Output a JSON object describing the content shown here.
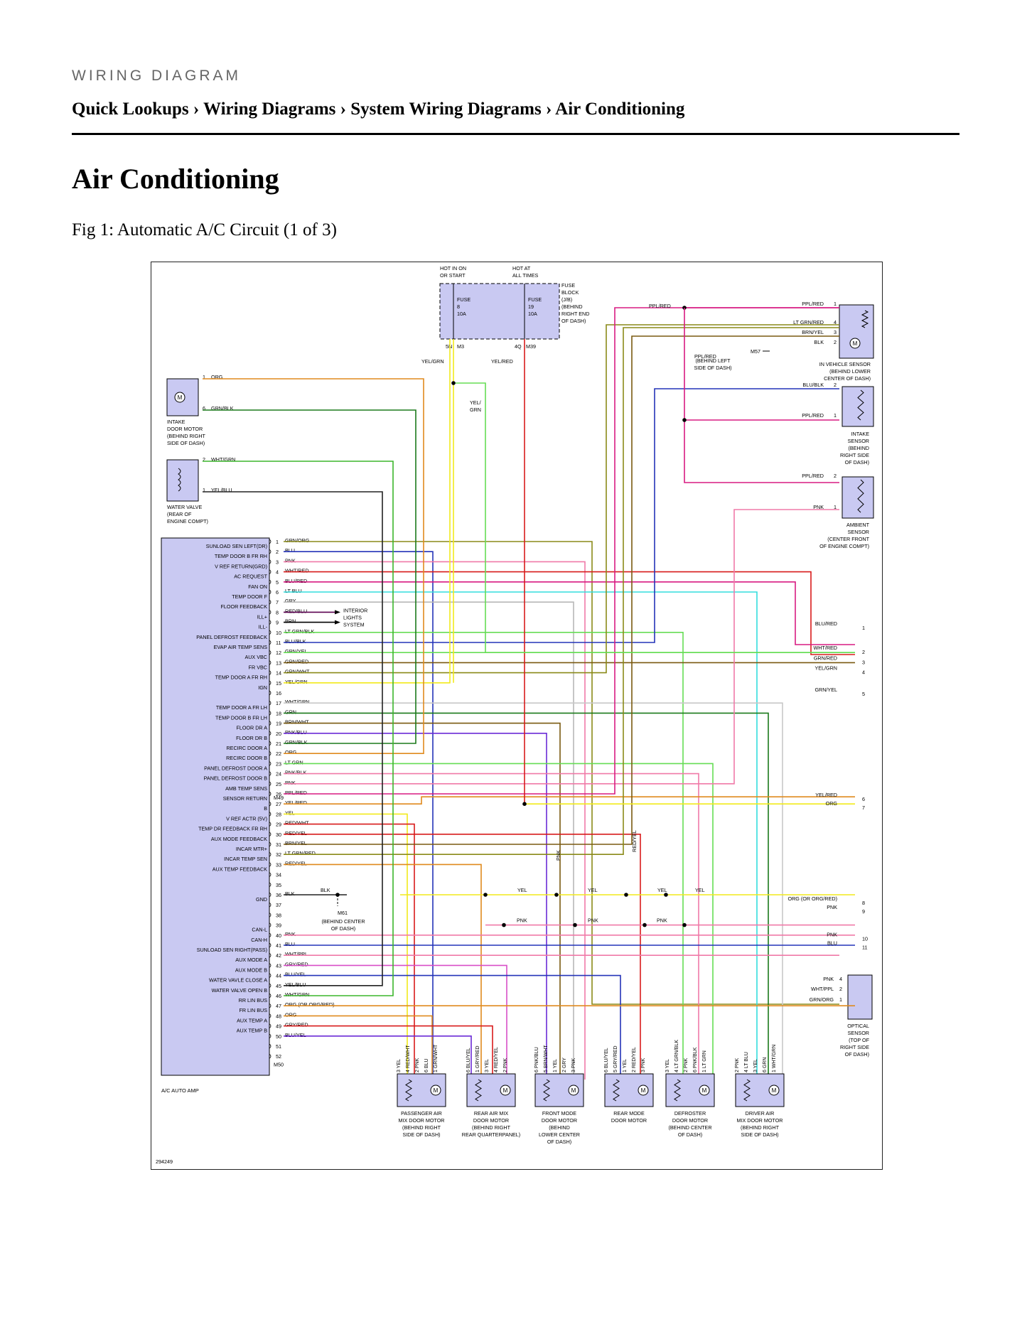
{
  "header": {
    "section_label": "WIRING DIAGRAM",
    "breadcrumb": "Quick Lookups › Wiring Diagrams › System Wiring Diagrams › Air Conditioning"
  },
  "page_title": "Air Conditioning",
  "figure_caption": "Fig 1: Automatic A/C Circuit (1 of 3)",
  "diagram": {
    "diagram_id": "294249",
    "colors": {
      "ORG": "#e08a1e",
      "YEL": "#f2ea1c",
      "RED": "#d81b1b",
      "BLU": "#2433b8",
      "PNK": "#f07aa8",
      "PPL": "#d81b82",
      "GRN": "#3bb52b",
      "LTGRN": "#66dd55",
      "BRN": "#7a5a10",
      "BLK": "#222222",
      "WHT": "#aaaaaa",
      "GRY": "#b8b8b8",
      "LTBLU": "#33dddd",
      "OLIVE": "#8a8a18",
      "DKGRN": "#1b7a1b",
      "CONNECTOR_FILL": "#c9c9f2"
    },
    "fuse_block": {
      "hot_left": "HOT IN ON OR START",
      "hot_right": "HOT AT ALL TIMES",
      "fuse_a": [
        "FUSE",
        "8",
        "10A"
      ],
      "fuse_b": [
        "FUSE",
        "19",
        "10A"
      ],
      "label": [
        "FUSE",
        "BLOCK",
        "(J/B)",
        "(BEHIND",
        "RIGHT END",
        "OF DASH)"
      ],
      "pin_a": "5N",
      "conn_a": "M3",
      "pin_b": "4Q",
      "conn_b": "M39",
      "out_a": "YEL/GRN",
      "out_b": "YEL/RED"
    },
    "ground_m57": {
      "id": "M57",
      "loc": [
        "(BEHIND LEFT",
        "SIDE OF DASH)"
      ]
    },
    "ground_m61": {
      "id": "M61",
      "loc": [
        "(BEHIND CENTER",
        "OF DASH)"
      ]
    },
    "in_vehicle_sensor": {
      "label": [
        "IN VEHICLE SENSOR",
        "(BEHIND LOWER",
        "CENTER OF DASH)"
      ],
      "wires": [
        [
          "PPL/RED",
          "1"
        ],
        [
          "LT GRN/RED",
          "4"
        ],
        [
          "BRN/YEL",
          "3"
        ],
        [
          "BLK",
          "2"
        ]
      ]
    },
    "intake_sensor": {
      "label": [
        "INTAKE",
        "SENSOR",
        "(BEHIND",
        "RIGHT SIDE",
        "OF DASH)"
      ],
      "wires": [
        [
          "BLU/BLK",
          "2"
        ],
        [
          "PPL/RED",
          "1"
        ]
      ]
    },
    "ambient_sensor": {
      "label": [
        "AMBIENT",
        "SENSOR",
        "(CENTER FRONT",
        "OF ENGINE COMPT)"
      ],
      "wires": [
        [
          "PPL/RED",
          "2"
        ],
        [
          "PNK",
          "1"
        ]
      ]
    },
    "intake_door_motor": {
      "label": [
        "INTAKE",
        "DOOR MOTOR",
        "(BEHIND RIGHT",
        "SIDE OF DASH)"
      ],
      "wires": [
        [
          "1",
          "ORG"
        ],
        [
          "6",
          "GRN/BLK"
        ]
      ]
    },
    "water_valve": {
      "label": [
        "WATER VALVE",
        "(REAR OF",
        "ENGINE COMPT)"
      ],
      "wires": [
        [
          "2",
          "WHT/GRN"
        ],
        [
          "1",
          "YEL/BLU"
        ]
      ]
    },
    "ac_amp": {
      "label": "A/C AUTO AMP",
      "conn_m49": "M49",
      "conn_m50": "M50",
      "pins": [
        {
          "n": "1",
          "fn": "SUNLOAD SEN LEFT(DR)",
          "wire": "GRN/ORG"
        },
        {
          "n": "2",
          "fn": "TEMP DOOR B FR RH",
          "wire": "BLU"
        },
        {
          "n": "3",
          "fn": "V REF RETURN(GRD)",
          "wire": "PNK"
        },
        {
          "n": "4",
          "fn": "AC REQUEST",
          "wire": "WHT/RED"
        },
        {
          "n": "5",
          "fn": "FAN ON",
          "wire": "BLU/RED"
        },
        {
          "n": "6",
          "fn": "TEMP DOOR F",
          "wire": "LT BLU"
        },
        {
          "n": "7",
          "fn": "FLOOR FEEDBACK",
          "wire": "GRY"
        },
        {
          "n": "8",
          "fn": "ILL+",
          "wire": "RED/BLU"
        },
        {
          "n": "9",
          "fn": "ILL-",
          "wire": "BRN"
        },
        {
          "n": "10",
          "fn": "PANEL DEFROST FEEDBACK",
          "wire": "LT GRN/BLK"
        },
        {
          "n": "11",
          "fn": "EVAP AIR TEMP SENS",
          "wire": "BLU/BLK"
        },
        {
          "n": "12",
          "fn": "AUX VBC",
          "wire": "GRN/YEL"
        },
        {
          "n": "13",
          "fn": "FR VBC",
          "wire": "GRN/RED"
        },
        {
          "n": "14",
          "fn": "TEMP DOOR A FR RH",
          "wire": "GRN/WHT"
        },
        {
          "n": "15",
          "fn": "IGN",
          "wire": "YEL/GRN"
        },
        {
          "n": "16",
          "fn": "",
          "wire": ""
        },
        {
          "n": "17",
          "fn": "TEMP DOOR A FR LH",
          "wire": "WHT/GRN"
        },
        {
          "n": "18",
          "fn": "TEMP DOOR B FR LH",
          "wire": "GRN"
        },
        {
          "n": "19",
          "fn": "FLOOR DR A",
          "wire": "BRN/WHT"
        },
        {
          "n": "20",
          "fn": "FLOOR DR B",
          "wire": "PNK/BLU"
        },
        {
          "n": "21",
          "fn": "RECIRC DOOR A",
          "wire": "GRN/BLK"
        },
        {
          "n": "22",
          "fn": "RECIRC DOOR B",
          "wire": "ORG"
        },
        {
          "n": "23",
          "fn": "PANEL DEFROST DOOR A",
          "wire": "LT GRN"
        },
        {
          "n": "24",
          "fn": "PANEL DEFROST DOOR B",
          "wire": "PNK/BLK"
        },
        {
          "n": "25",
          "fn": "AMB TEMP SENS",
          "wire": "PNK"
        },
        {
          "n": "26",
          "fn": "SENSOR RETURN",
          "wire": "PPL/RED"
        },
        {
          "n": "27",
          "fn": "B",
          "wire": "YEL/RED"
        },
        {
          "n": "28",
          "fn": "V REF ACTR (5V)",
          "wire": "YEL"
        },
        {
          "n": "29",
          "fn": "TEMP DR FEEDBACK FR RH",
          "wire": "RED/WHT"
        },
        {
          "n": "30",
          "fn": "AUX MODE FEEDBACK",
          "wire": "RED/YEL"
        },
        {
          "n": "31",
          "fn": "INCAR MTR+",
          "wire": "BRN/YEL"
        },
        {
          "n": "32",
          "fn": "INCAR TEMP SEN",
          "wire": "LT GRN/RED"
        },
        {
          "n": "33",
          "fn": "AUX TEMP FEEDBACK",
          "wire": "RED/YEL"
        },
        {
          "n": "34",
          "fn": "",
          "wire": ""
        },
        {
          "n": "35",
          "fn": "",
          "wire": ""
        },
        {
          "n": "36",
          "fn": "GND",
          "wire": "BLK"
        },
        {
          "n": "37",
          "fn": "",
          "wire": ""
        },
        {
          "n": "38",
          "fn": "",
          "wire": ""
        },
        {
          "n": "39",
          "fn": "CAN-L",
          "wire": ""
        },
        {
          "n": "40",
          "fn": "CAN-H",
          "wire": "PNK"
        },
        {
          "n": "41",
          "fn": "SUNLOAD SEN RIGHT(PASS)",
          "wire": "BLU"
        },
        {
          "n": "42",
          "fn": "AUX MODE A",
          "wire": "WHT/PPL"
        },
        {
          "n": "43",
          "fn": "AUX MODE B",
          "wire": "GRY/RED"
        },
        {
          "n": "44",
          "fn": "WATER VAVLE CLOSE A",
          "wire": "BLU/YEL"
        },
        {
          "n": "45",
          "fn": "WATER VALVE OPEN B",
          "wire": "YEL/BLU"
        },
        {
          "n": "46",
          "fn": "RR LIN BUS",
          "wire": "WHT/GRN"
        },
        {
          "n": "47",
          "fn": "FR LIN BUS",
          "wire": "ORG  (OR ORG/RED)"
        },
        {
          "n": "48",
          "fn": "AUX TEMP A",
          "wire": "ORG"
        },
        {
          "n": "49",
          "fn": "AUX TEMP B",
          "wire": "GRY/RED"
        },
        {
          "n": "50",
          "fn": "",
          "wire": "BLU/YEL"
        },
        {
          "n": "51",
          "fn": "",
          "wire": ""
        },
        {
          "n": "52",
          "fn": "",
          "wire": ""
        }
      ]
    },
    "interior_lights": [
      "INTERIOR",
      "LIGHTS",
      "SYSTEM"
    ],
    "right_outputs": [
      {
        "wire": "BLU/RED",
        "n": "1"
      },
      {
        "wire": "WHT/RED",
        "n": "2"
      },
      {
        "wire": "GRN/RED",
        "n": "3"
      },
      {
        "wire": "YEL/GRN",
        "n": "4"
      },
      {
        "wire": "GRN/YEL",
        "n": "5"
      },
      {
        "wire": "YEL/RED",
        "n": "6"
      },
      {
        "wire": "ORG",
        "n": "7"
      },
      {
        "wire": "ORG    (OR ORG/RED)",
        "n": "8"
      },
      {
        "wire": "PNK",
        "n": "9"
      },
      {
        "wire": "PNK",
        "n": "10"
      },
      {
        "wire": "BLU",
        "n": "11"
      }
    ],
    "optical_sensor": {
      "label": [
        "OPTICAL",
        "SENSOR",
        "(TOP OF",
        "RIGHT SIDE",
        "OF DASH)"
      ],
      "wires": [
        [
          "PNK",
          "4"
        ],
        [
          "WHT/PPL",
          "2"
        ],
        [
          "GRN/ORG",
          "1"
        ]
      ]
    },
    "bus_labels": {
      "yel": "YEL",
      "pnk": "PNK",
      "blk": "BLK",
      "ppl_red": "PPL/RED",
      "yel_grn": "YEL/GRN"
    },
    "bottom_motors": [
      {
        "label": [
          "PASSENGER AIR",
          "MIX DOOR MOTOR",
          "(BEHIND RIGHT",
          "SIDE OF DASH)"
        ],
        "pins": [
          "3 YEL",
          "4 RED/WHT",
          "2 PNK",
          "6 BLU",
          "1 GRN/WHT"
        ]
      },
      {
        "label": [
          "REAR AIR MIX",
          "DOOR MOTOR",
          "(BEHIND RIGHT",
          "REAR QUARTERPANEL)"
        ],
        "pins": [
          "6 BLU/YEL",
          "1 GRY/RED",
          "3 YEL",
          "4 RED/YEL",
          "2 PNK"
        ]
      },
      {
        "label": [
          "FRONT MODE",
          "DOOR MOTOR",
          "(BEHIND",
          "LOWER CENTER",
          "OF DASH)"
        ],
        "pins": [
          "6 PNK/BLU",
          "5 BRN/WHT",
          "1 YEL",
          "2 GRY",
          "3 PNK"
        ]
      },
      {
        "label": [
          "REAR MODE",
          "DOOR MOTOR"
        ],
        "pins": [
          "6 BLU/YEL",
          "5 GRY/RED",
          "1 YEL",
          "2 RED/YEL",
          "3 PNK"
        ]
      },
      {
        "label": [
          "DEFROSTER",
          "DOOR MOTOR",
          "(BEHIND CENTER",
          "OF DASH)"
        ],
        "pins": [
          "3 YEL",
          "4 LT GRN/BLK",
          "2 PNK",
          "6 PNK/BLK",
          "1 LT GRN"
        ]
      },
      {
        "label": [
          "DRIVER AIR",
          "MIX DOOR MOTOR",
          "(BEHIND RIGHT",
          "SIDE OF DASH)"
        ],
        "pins": [
          "2 PNK",
          "4 LT BLU",
          "3 YEL",
          "6 GRN",
          "1 WHT/GRN"
        ]
      }
    ],
    "vertical_labels": {
      "pnk_mid": "PNK",
      "red_yel_mid": "RED/YEL",
      "yel_grn_top": "YEL/\nGRN"
    }
  }
}
